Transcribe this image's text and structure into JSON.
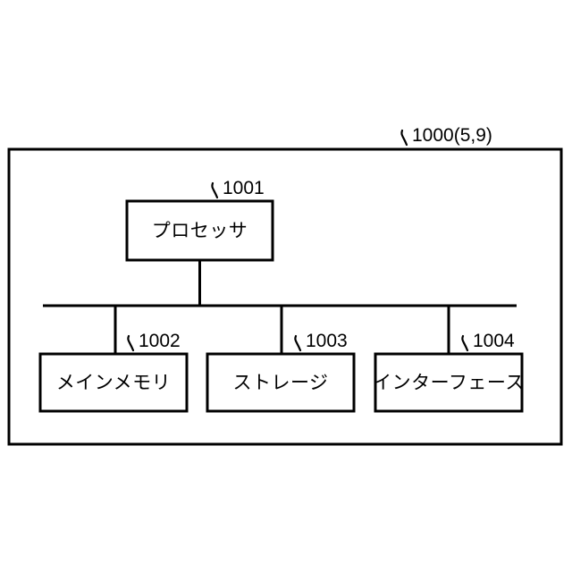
{
  "figure": {
    "kind": "patent-block-diagram",
    "system": {
      "name": "computer-system",
      "ref": "1000(5,9)"
    },
    "blocks": [
      {
        "id": "processor",
        "label": "プロセッサ",
        "ref": "1001"
      },
      {
        "id": "main-memory",
        "label": "メインメモリ",
        "ref": "1002"
      },
      {
        "id": "storage",
        "label": "ストレージ",
        "ref": "1003"
      },
      {
        "id": "interface",
        "label": "インターフェース",
        "ref": "1004"
      }
    ],
    "colors": {
      "line": "#000000",
      "fill": "#ffffff",
      "text": "#000000"
    }
  }
}
